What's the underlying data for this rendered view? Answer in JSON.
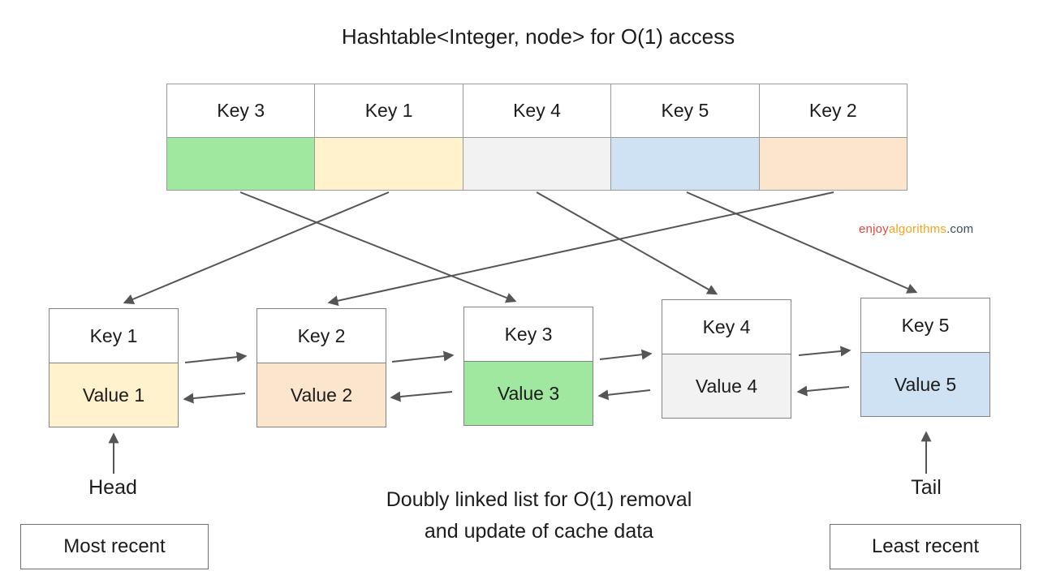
{
  "title": "Hashtable<Integer, node> for O(1) access",
  "hashtable": {
    "cells": [
      {
        "label": "Key 3",
        "color": "#a0e7a0"
      },
      {
        "label": "Key 1",
        "color": "#fff2cc"
      },
      {
        "label": "Key 4",
        "color": "#f2f2f2"
      },
      {
        "label": "Key 5",
        "color": "#cfe2f3"
      },
      {
        "label": "Key 2",
        "color": "#fce5cd"
      }
    ]
  },
  "linked_list": {
    "nodes": [
      {
        "key": "Key 1",
        "value": "Value 1",
        "color": "#fff2cc"
      },
      {
        "key": "Key 2",
        "value": "Value 2",
        "color": "#fce5cd"
      },
      {
        "key": "Key 3",
        "value": "Value 3",
        "color": "#a0e7a0"
      },
      {
        "key": "Key 4",
        "value": "Value 4",
        "color": "#f2f2f2"
      },
      {
        "key": "Key 5",
        "value": "Value 5",
        "color": "#cfe2f3"
      }
    ]
  },
  "labels": {
    "head": "Head",
    "tail": "Tail",
    "most_recent": "Most recent",
    "least_recent": "Least recent",
    "caption_line1": "Doubly linked list for O(1) removal",
    "caption_line2": "and update of cache data"
  },
  "watermark": {
    "part1": "enjoy",
    "part2": "algorithms",
    "part3": ".com",
    "color1": "#e8453c",
    "color2": "#f6a21e",
    "color3": "#3d4f63"
  },
  "arrow_color": "#555555"
}
